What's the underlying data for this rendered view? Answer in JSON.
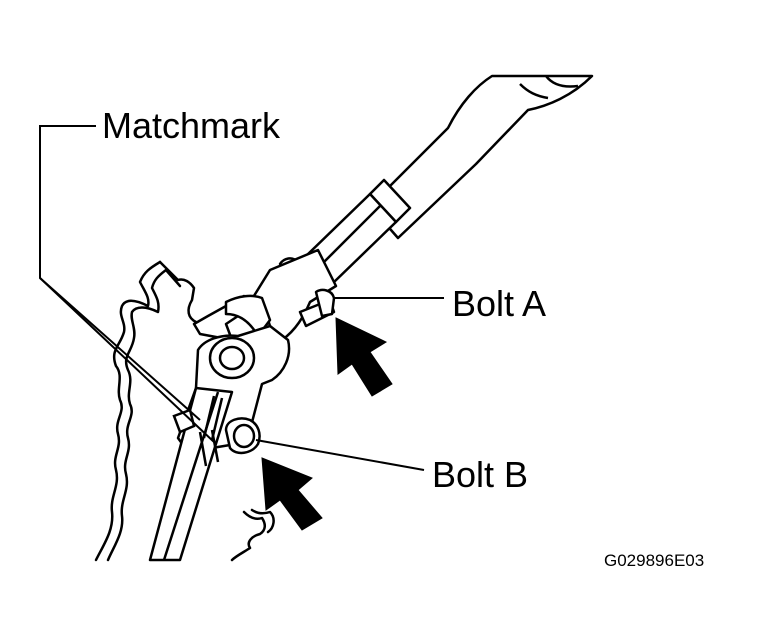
{
  "labels": {
    "matchmark": "Matchmark",
    "bolt_a": "Bolt A",
    "bolt_b": "Bolt B",
    "figure_code": "G029896E03"
  },
  "colors": {
    "ink": "#000000",
    "paper": "#ffffff"
  }
}
